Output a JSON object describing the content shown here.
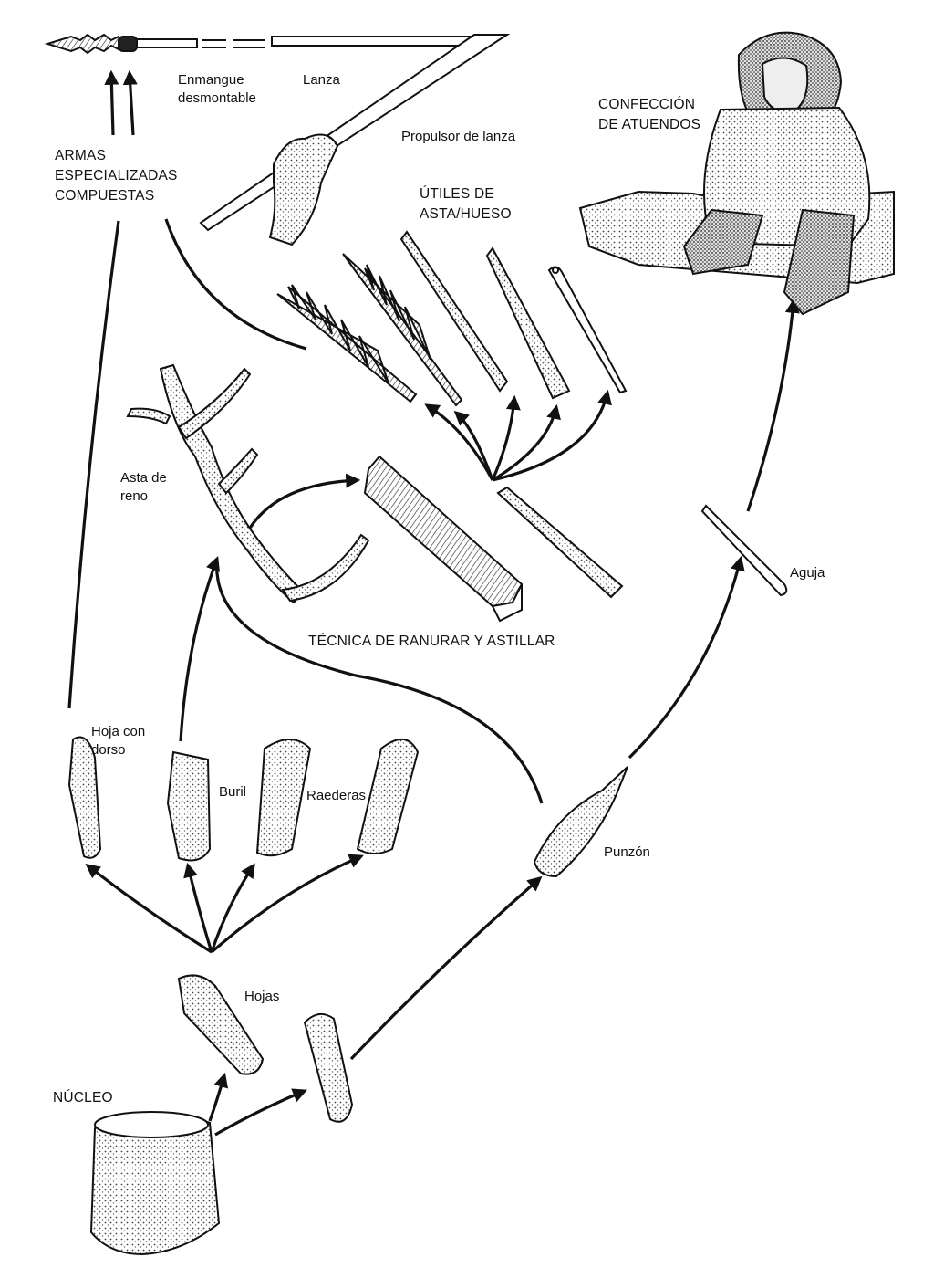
{
  "labels": {
    "enmangue": "Enmangue\ndesmontable",
    "lanza": "Lanza",
    "propulsor": "Propulsor de lanza",
    "confeccion": "CONFECCIÓN\nDE ATUENDOS",
    "armas": "ARMAS\nESPECIALIZADAS\nCOMPUESTAS",
    "utiles": "ÚTILES DE\nASTA/HUESO",
    "asta_reno": "Asta de\nreno",
    "tecnica": "TÉCNICA DE RANURAR Y ASTILLAR",
    "aguja": "Aguja",
    "hoja_dorso": "Hoja con\ndorso",
    "buril": "Buril",
    "raederas": "Raederas",
    "punzon": "Punzón",
    "hojas": "Hojas",
    "nucleo": "NÚCLEO"
  },
  "colors": {
    "ink": "#111111",
    "tone": "#8a8a8a",
    "paper": "#ffffff"
  }
}
